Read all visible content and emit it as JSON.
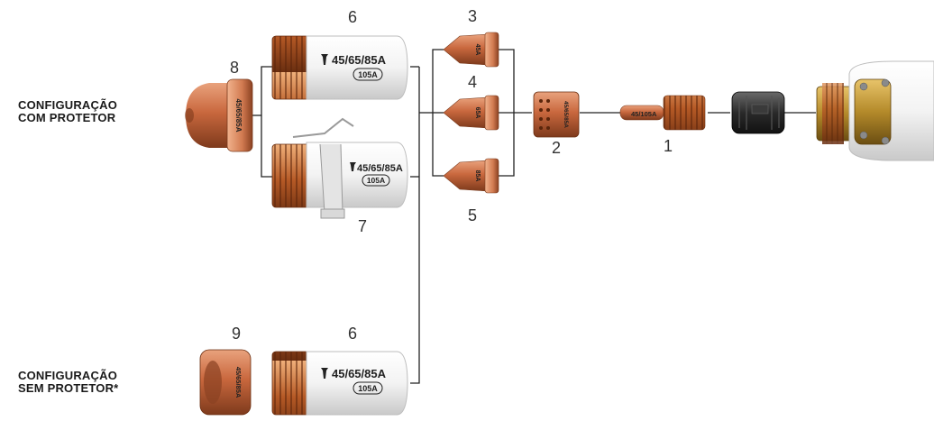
{
  "labels": {
    "with_shield": [
      "CONFIGURAÇÃO",
      "COM PROTETOR"
    ],
    "without_shield": [
      "CONFIGURAÇÃO",
      "SEM PROTETOR*"
    ]
  },
  "part_numbers": {
    "one": "1",
    "two": "2",
    "three": "3",
    "four": "4",
    "five": "5",
    "six_top": "6",
    "six_bottom": "6",
    "seven": "7",
    "eight": "8",
    "nine": "9"
  },
  "markings": {
    "retaining_cap": "45/65/85A",
    "retaining_cap_badge": "105A",
    "electrode": "45/105A",
    "swirl_ring": "45/65/85A",
    "nozzle_3": "45A",
    "nozzle_4": "65A",
    "nozzle_5": "85A",
    "shield_8": "45/65/85A",
    "deflector_9": "45/65/85A"
  },
  "colors": {
    "copper": "#c0714a",
    "white_part": "#f1f1f1",
    "black_part": "#2a2a2a",
    "line": "#222222"
  }
}
